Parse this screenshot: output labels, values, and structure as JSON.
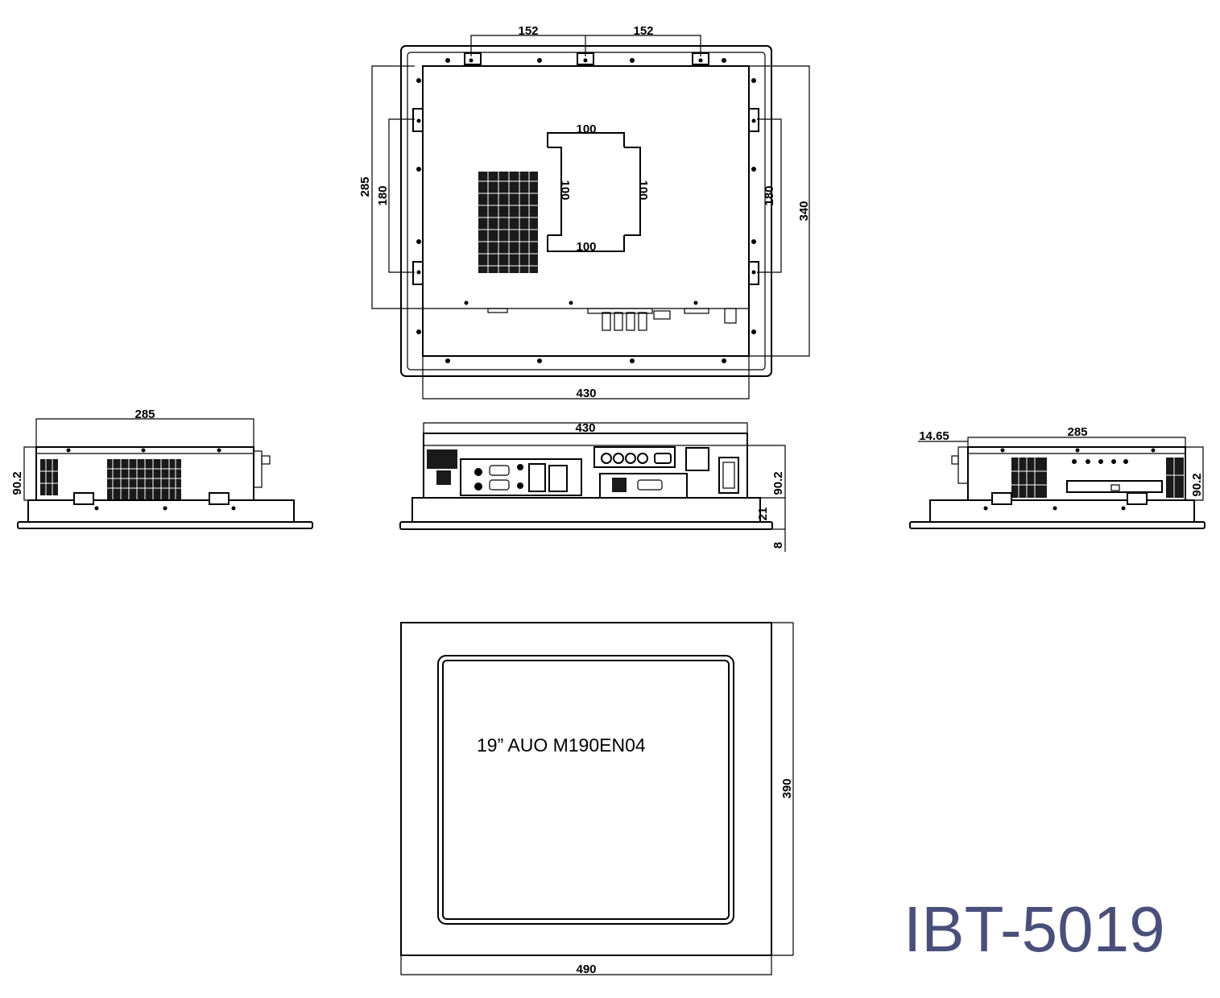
{
  "title": "IBT-5019",
  "panel_label": "19” AUO M190EN04",
  "colors": {
    "title": "#4a4f7a",
    "line": "#000000",
    "background": "#ffffff"
  },
  "rear_view": {
    "dims": {
      "top_left_152": "152",
      "top_right_152": "152",
      "vesa_top": "100",
      "vesa_bottom": "100",
      "vesa_left": "100",
      "vesa_right": "100",
      "left_outer": "285",
      "left_inner": "180",
      "right_inner": "180",
      "right_outer": "340",
      "bottom_width": "430"
    }
  },
  "left_side_view": {
    "dims": {
      "length": "285",
      "height": "90.2"
    }
  },
  "bottom_view": {
    "dims": {
      "width": "430",
      "height": "90.2",
      "bezel": "21",
      "frame": "8"
    }
  },
  "right_side_view": {
    "dims": {
      "offset": "14.65",
      "length": "285",
      "height": "90.2"
    }
  },
  "front_view": {
    "dims": {
      "height": "390",
      "width": "490"
    }
  }
}
